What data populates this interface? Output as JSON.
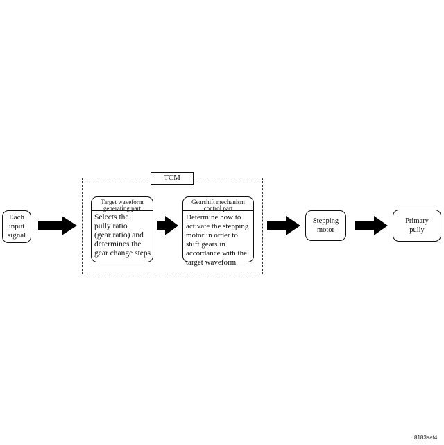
{
  "tcm": {
    "label": "TCM"
  },
  "nodes": {
    "input": {
      "text": "Each\ninput\nsignal"
    },
    "target_waveform": {
      "header": "Target waveform\ngenerating part",
      "body": "Selects the\npully ratio\n(gear ratio) and\ndetermines the\ngear change steps"
    },
    "gearshift": {
      "header": "Gearshift mechanism\ncontrol part",
      "body": "Determine how to\nactivate the stepping\nmotor in order to\nshift gears in\naccordance with the\ntarget waveform."
    },
    "stepping_motor": {
      "text": "Stepping\nmotor"
    },
    "primary_pully": {
      "text": "Primary\npully"
    }
  },
  "footer": {
    "code": "8183aaf4"
  }
}
